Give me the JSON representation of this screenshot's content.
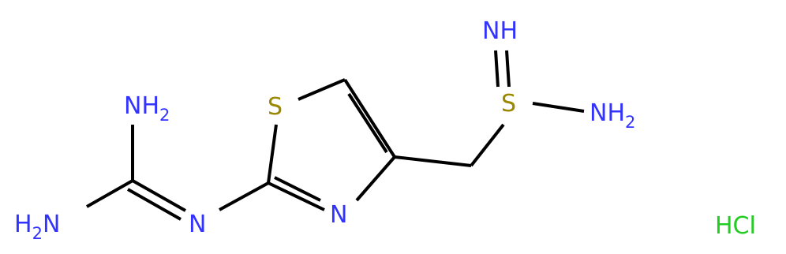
{
  "colors": {
    "bond": "#000000",
    "nitrogen": "#3333ff",
    "sulfur": "#998800",
    "chlorine": "#22cc22",
    "background": "#ffffff"
  },
  "atoms": {
    "nh2_top": {
      "main": "NH",
      "sub": "2"
    },
    "h2n_left": {
      "main": "H",
      "sub": "2",
      "tail": "N"
    },
    "n_imine": {
      "main": "N"
    },
    "s_ring": {
      "main": "S"
    },
    "n_ring": {
      "main": "N"
    },
    "nh_top": {
      "main": "NH"
    },
    "s_side": {
      "main": "S"
    },
    "nh2_right": {
      "main": "NH",
      "sub": "2"
    }
  },
  "salt": {
    "label": "HCl"
  }
}
